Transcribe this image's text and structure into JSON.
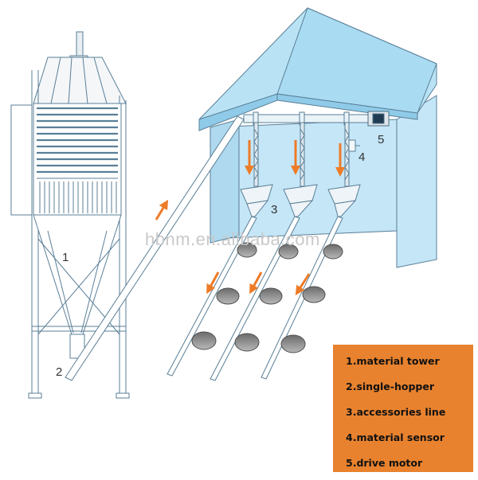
{
  "callouts": {
    "tower": "1",
    "inlet": "2",
    "hopper": "3",
    "sensor": "4",
    "motor": "5"
  },
  "watermark": "hbnm.en.alibaba.com",
  "legend": {
    "items": [
      "1.material tower",
      "2.single-hopper",
      "3.accessories line",
      "4.material sensor",
      "5.drive motor"
    ]
  },
  "colors": {
    "roof": "#b9e3f5",
    "wall": "#c4e6f7",
    "line": "#5a7f97",
    "arrow": "#ee7b27",
    "legend_bg": "#e8822e",
    "feeder": "#8a8a8a"
  }
}
